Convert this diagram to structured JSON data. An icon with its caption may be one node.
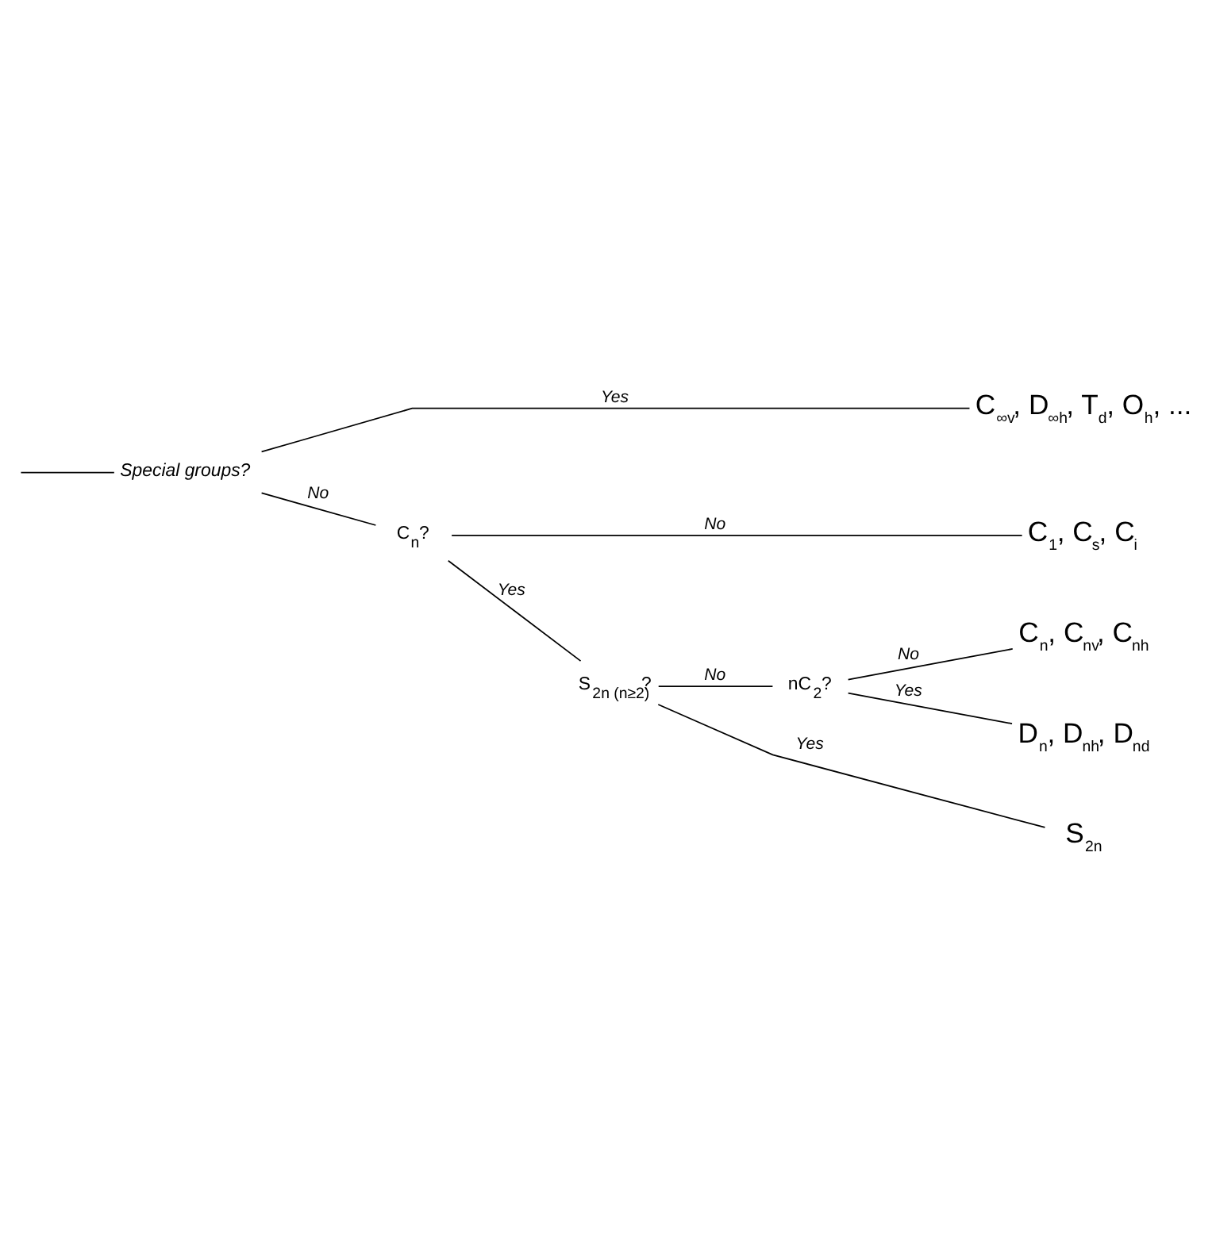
{
  "diagram": {
    "nodes": [
      {
        "text": [
          "Special groups?"
        ]
      },
      {
        "text": [
          "C$_{∞v}$, D$_{∞h}$, T$_{d}$, O$_{h}$, ..."
        ]
      },
      {
        "text": [
          "C$_{n}$?"
        ]
      },
      {
        "text": [
          "C$_{1}$, C$_{s}$, C$_{i}$"
        ]
      },
      {
        "text": [
          "S$_{2n (n≥2)}$?"
        ]
      },
      {
        "text": [
          "nC$_{2}$?"
        ]
      },
      {
        "text": [
          "C$_{n}$, C$_{nv}$, C$_{nh}$"
        ]
      },
      {
        "text": [
          "D$_{n}$, D$_{nh}$, D$_{nd}$"
        ]
      },
      {
        "text": [
          "S$_{2n}$"
        ]
      }
    ],
    "edges": [
      {
        "from": null,
        "to": 0,
        "arrow": "none"
      },
      {
        "from": 0,
        "to": 1,
        "arrow": "none",
        "label": "Yes"
      },
      {
        "from": 0,
        "to": 2,
        "arrow": "none",
        "label": "No"
      },
      {
        "from": 2,
        "to": 3,
        "arrow": "none",
        "label": "No"
      },
      {
        "from": 2,
        "to": 4,
        "arrow": "none",
        "label": "Yes"
      },
      {
        "from": 4,
        "to": 5,
        "arrow": "none",
        "label": "No"
      },
      {
        "from": 4,
        "to": 8,
        "arrow": "none",
        "label": "Yes"
      },
      {
        "from": 5,
        "to": 6,
        "arrow": "none",
        "label": "No"
      },
      {
        "from": 5,
        "to": 7,
        "arrow": "none",
        "label": "Yes"
      }
    ]
  }
}
